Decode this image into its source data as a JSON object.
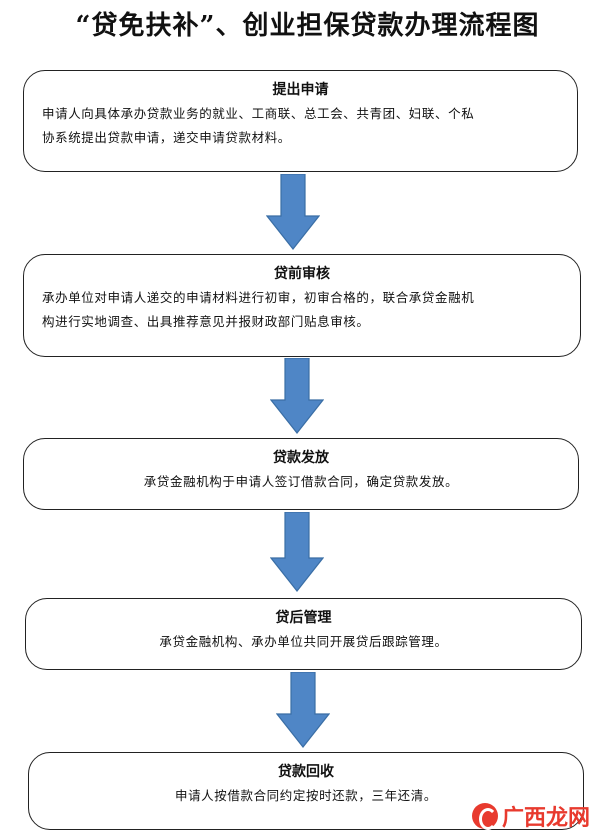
{
  "title": "“贷免扶补”、创业担保贷款办理流程图",
  "steps": [
    {
      "title": "提出申请",
      "lines": [
        "申请人向具体承办贷款业务的就业、工商联、总工会、共青团、妇联、个私",
        "协系统提出贷款申请，递交申请贷款材料。"
      ]
    },
    {
      "title": "贷前审核",
      "lines": [
        "承办单位对申请人递交的申请材料进行初审，初审合格的，联合承贷金融机",
        "构进行实地调查、出具推荐意见并报财政部门贴息审核。"
      ]
    },
    {
      "title": "贷款发放",
      "lines": [
        "承贷金融机构于申请人签订借款合同，确定贷款发放。"
      ]
    },
    {
      "title": "贷后管理",
      "lines": [
        "承贷金融机构、承办单位共同开展贷后跟踪管理。"
      ]
    },
    {
      "title": "贷款回收",
      "lines": [
        "申请人按借款合同约定按时还款，三年还清。"
      ]
    }
  ],
  "colors": {
    "arrow_fill": "#4f86c6",
    "arrow_stroke": "#3a6ea5",
    "watermark": "#e83a2e"
  },
  "watermark": {
    "text": "广西龙网",
    "icon": "watermark-logo-icon"
  }
}
